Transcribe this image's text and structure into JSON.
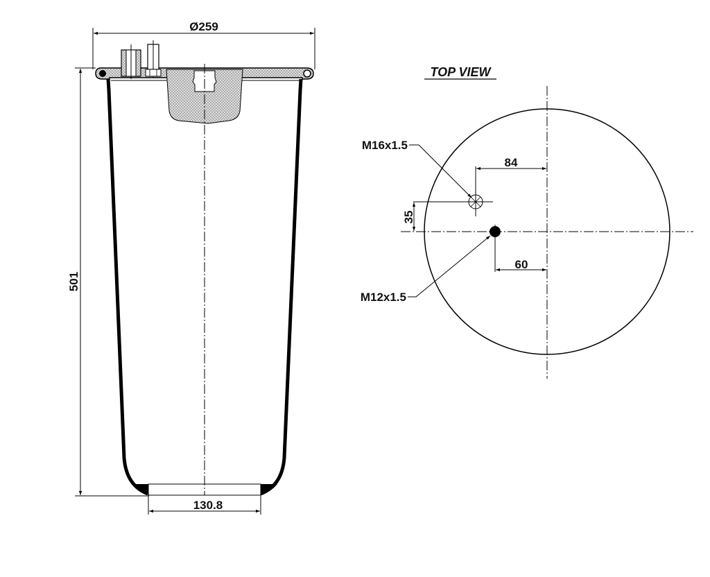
{
  "drawing": {
    "type": "air spring bellows technical drawing",
    "side_view": {
      "dimensions": {
        "top_diameter": "Ø259",
        "height": "501",
        "bottom_width": "130.8"
      }
    },
    "top_view": {
      "title": "TOP VIEW",
      "callouts": {
        "thread_large": "M16x1.5",
        "thread_small": "M12x1.5"
      },
      "dimensions": {
        "m16_offset_x": "84",
        "m16_offset_y": "35",
        "m12_offset_x": "60"
      }
    },
    "colors": {
      "line": "#000000",
      "hatch": "#9a9a9a",
      "background": "#ffffff"
    }
  }
}
